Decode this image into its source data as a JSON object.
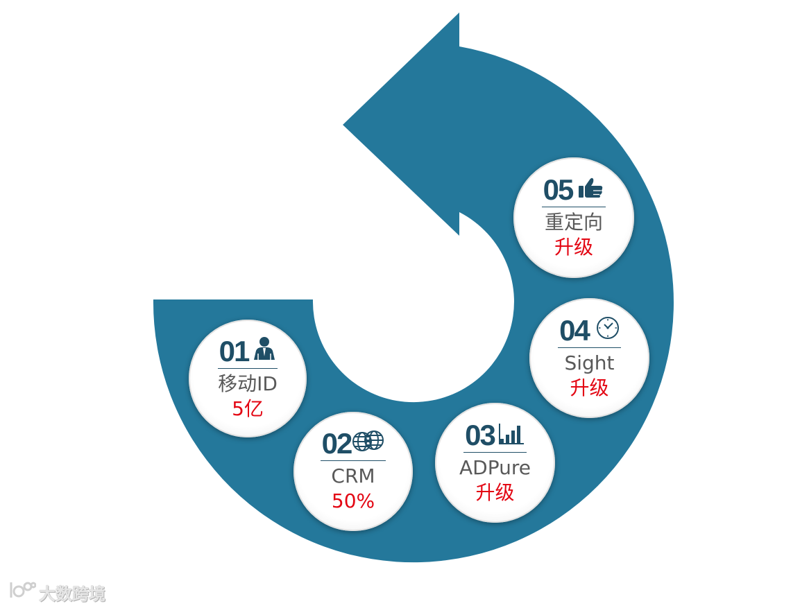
{
  "colors": {
    "arrow": "#24789b",
    "number": "#1f4e66",
    "label": "#595959",
    "highlight": "#e30613"
  },
  "nodes": [
    {
      "number": "01",
      "icon": "person-icon",
      "label": "移动ID",
      "value": "5亿"
    },
    {
      "number": "02",
      "icon": "globe-icon",
      "label": "CRM",
      "value": "50%"
    },
    {
      "number": "03",
      "icon": "bar-chart-icon",
      "label": "ADPure",
      "value": "升级"
    },
    {
      "number": "04",
      "icon": "clock-icon",
      "label": "Sight",
      "value": "升级"
    },
    {
      "number": "05",
      "icon": "thumbs-up-icon",
      "label": "重定向",
      "value": "升级"
    }
  ],
  "watermark": {
    "text": "大数跨境",
    "icon": "logo-icon"
  }
}
